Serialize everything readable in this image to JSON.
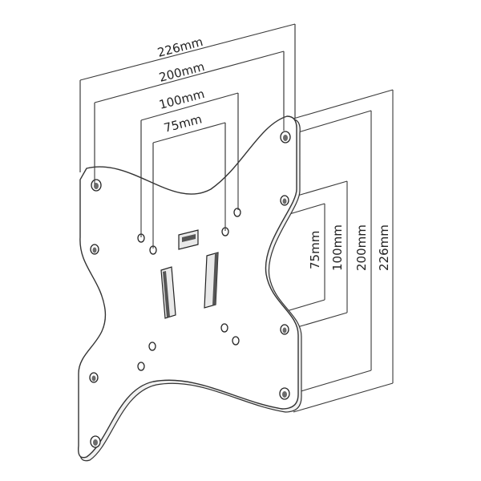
{
  "diagram": {
    "horizontal_dimensions": [
      {
        "label": "226mm"
      },
      {
        "label": "200mm"
      },
      {
        "label": "100mm"
      },
      {
        "label": "75mm"
      }
    ],
    "vertical_dimensions": [
      {
        "label": "75mm"
      },
      {
        "label": "100mm"
      },
      {
        "label": "200mm"
      },
      {
        "label": "226mm"
      }
    ]
  },
  "colors": {
    "line": "#3a3a3a",
    "plate_fill": "#ffffff",
    "hole_fill": "#6b6b6b"
  }
}
